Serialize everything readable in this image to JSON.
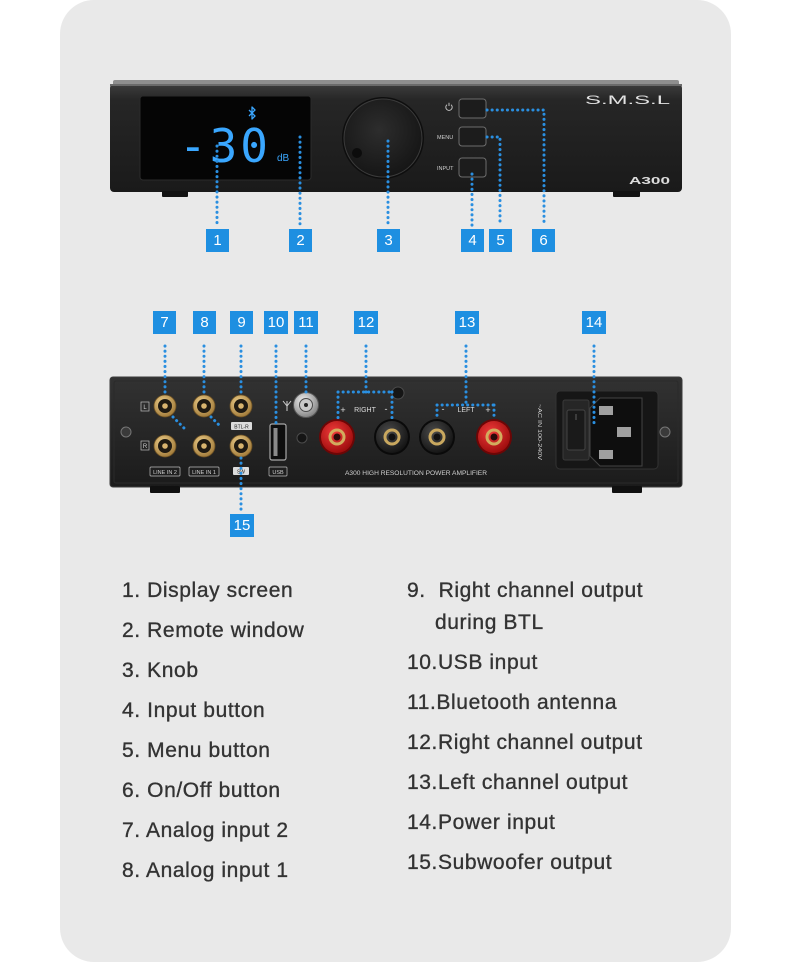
{
  "front_panel": {
    "display": {
      "value": "-30",
      "unit": "dB",
      "icon": "bluetooth-icon"
    },
    "power_icon": "power-icon",
    "menu_label": "MENU",
    "input_label": "INPUT",
    "brand_logo": "S.M.S.L",
    "model_badge": "A300"
  },
  "back_panel": {
    "channel_labels": [
      "L",
      "R"
    ],
    "line_in_2": "LINE IN 2",
    "line_in_1": "LINE IN 1",
    "btl_r": "BTL-R",
    "sw": "SW",
    "usb": "USB",
    "antenna_icon": "antenna-icon",
    "right_label": "RIGHT",
    "left_label": "LEFT",
    "plus": "+",
    "minus": "-",
    "model_line": "A300 HIGH RESOLUTION POWER AMPLIFIER",
    "ac_in": "~AC IN 100-240V"
  },
  "callouts": [
    "1",
    "2",
    "3",
    "4",
    "5",
    "6",
    "7",
    "8",
    "9",
    "10",
    "11",
    "12",
    "13",
    "14",
    "15"
  ],
  "legend": {
    "left": [
      "1. Display screen",
      "2. Remote window",
      "3. Knob",
      "4. Input button",
      "5. Menu button",
      "6. On/Off button",
      "7. Analog input 2",
      "8. Analog input 1"
    ],
    "right": [
      "9.  Right channel output",
      "during BTL",
      "10.USB input",
      "11.Bluetooth antenna",
      "12.Right channel output",
      "13.Left channel output",
      "14.Power input",
      "15.Subwoofer output"
    ]
  },
  "colors": {
    "callout": "#1e8fe1",
    "leader_line": "#2a8fe0",
    "display_text": "#3aa7ff",
    "card": "#e9e9e9"
  }
}
